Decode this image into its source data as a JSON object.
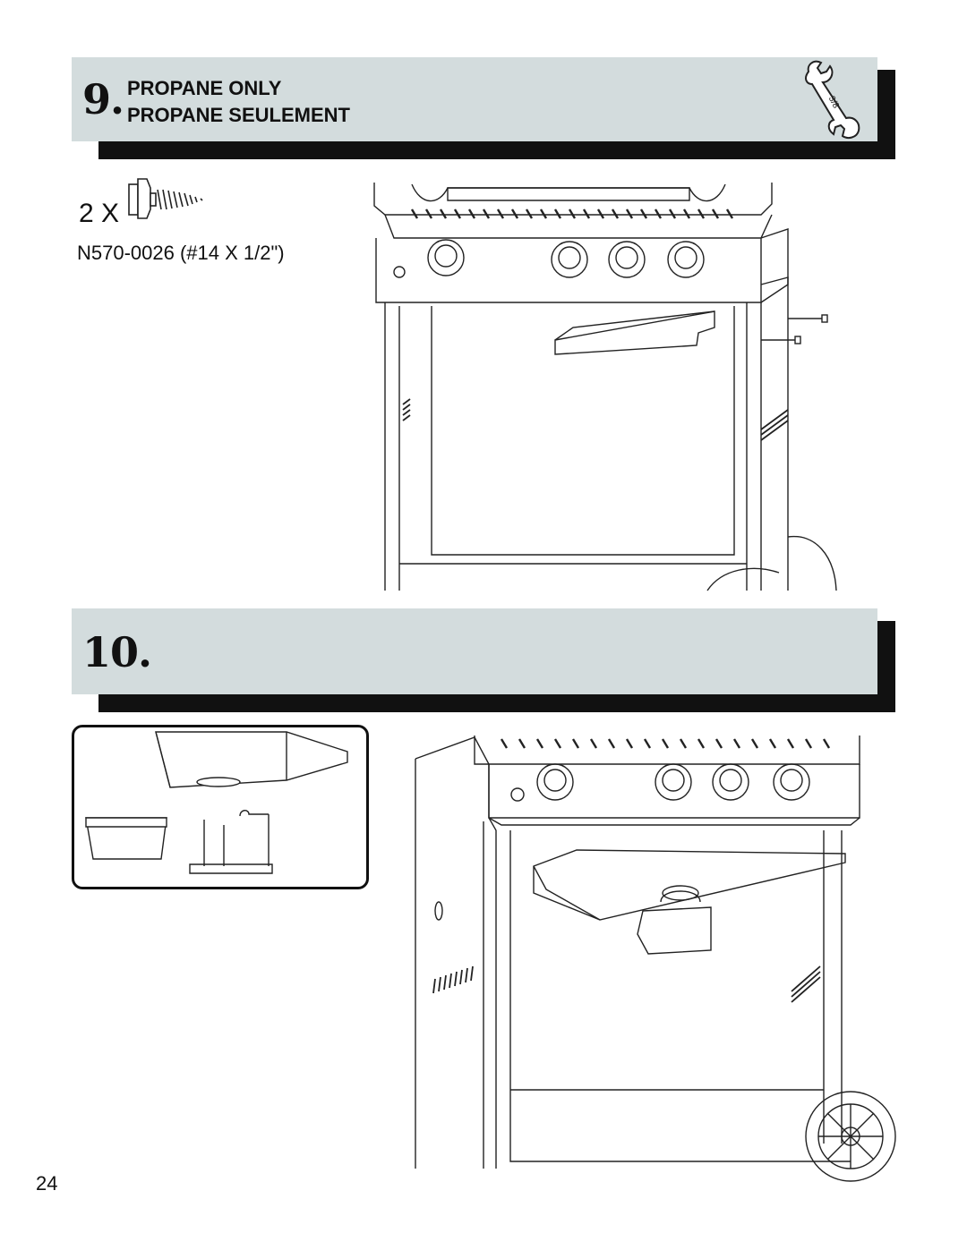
{
  "step9": {
    "number": "9.",
    "title_en": "PROPANE  ONLY",
    "title_fr": "PROPANE SEULEMENT",
    "wrench_size": "3/8",
    "quantity": "2 X",
    "part_label": "N570-0026 (#14 X 1/2\")"
  },
  "step10": {
    "number": "10."
  },
  "page": {
    "number": "24"
  },
  "colors": {
    "banner": "#d3dcdd",
    "shadow": "#111111"
  }
}
